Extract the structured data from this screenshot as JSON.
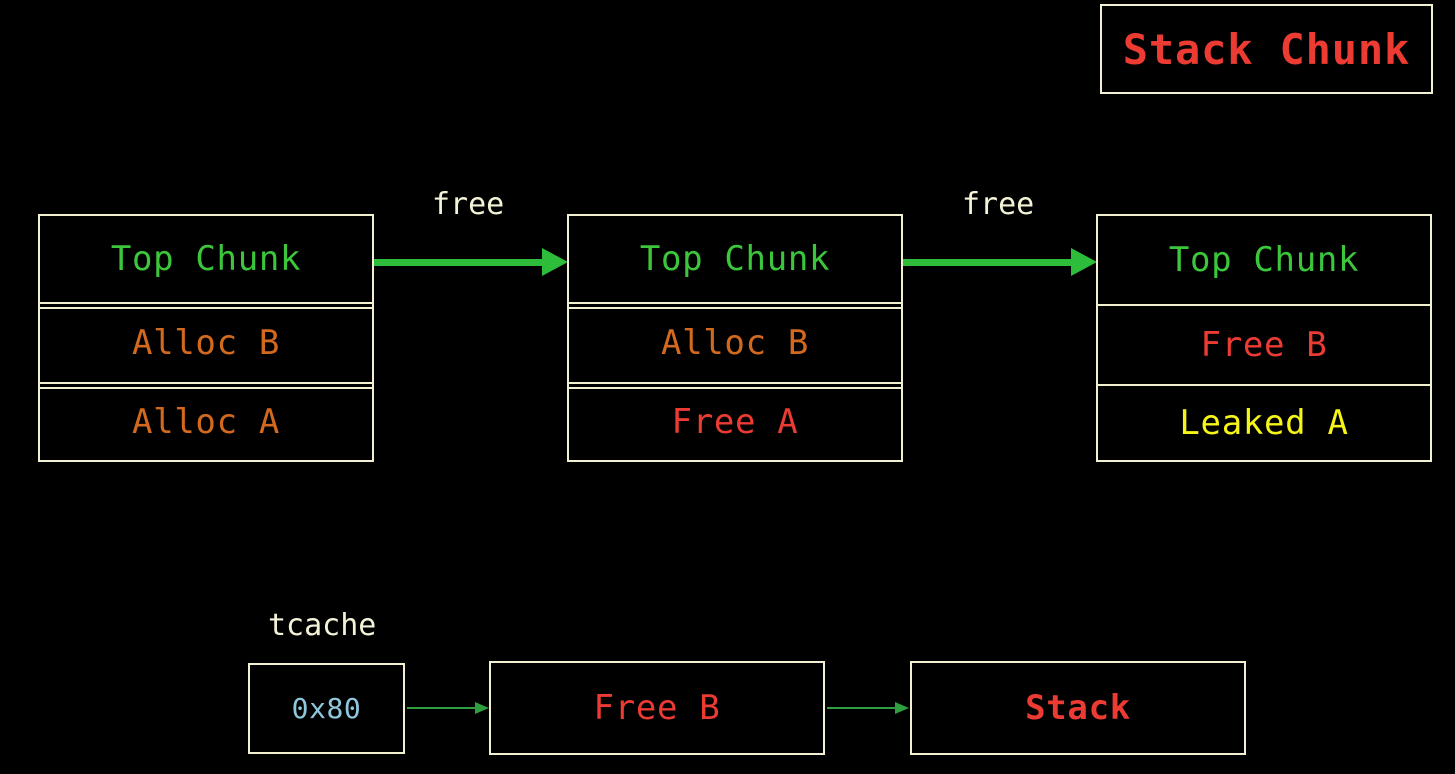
{
  "title_box": {
    "label": "Stack Chunk",
    "text_color": "#ec3b33",
    "border_color": "#f2f0d0"
  },
  "chunks": [
    {
      "id": "chunk-1",
      "rows": [
        {
          "label": "Top Chunk",
          "color": "#3cc63c"
        },
        {
          "label": "Alloc B",
          "color": "#d2691e"
        },
        {
          "label": "Alloc A",
          "color": "#d2691e"
        }
      ]
    },
    {
      "id": "chunk-2",
      "rows": [
        {
          "label": "Top Chunk",
          "color": "#3cc63c"
        },
        {
          "label": "Alloc B",
          "color": "#d2691e"
        },
        {
          "label": "Free A",
          "color": "#ec3b33"
        }
      ]
    },
    {
      "id": "chunk-3",
      "rows": [
        {
          "label": "Top Chunk",
          "color": "#3cc63c"
        },
        {
          "label": "Free B",
          "color": "#ec3b33"
        },
        {
          "label": "Leaked A",
          "color": "#f5f518"
        }
      ]
    }
  ],
  "transitions": [
    {
      "label": "free",
      "color": "#f5f3d7",
      "arrow_color": "#2ebd3a"
    },
    {
      "label": "free",
      "color": "#f5f3d7",
      "arrow_color": "#2ebd3a"
    }
  ],
  "tcache": {
    "label": "tcache",
    "label_color": "#f5f3d7",
    "size_bin": {
      "label": "0x80",
      "color": "#8fc7dc"
    },
    "entries": [
      {
        "label": "Free B",
        "color": "#ec3b33"
      },
      {
        "label": "Stack",
        "color": "#ec3b33"
      }
    ],
    "arrow_color": "#2f9e3f"
  },
  "palette": {
    "background": "#000000",
    "border": "#f2f0d0",
    "green": "#3cc63c",
    "orange": "#d2691e",
    "red": "#ec3b33",
    "yellow": "#f5f518",
    "blue": "#8fc7dc",
    "cream": "#f5f3d7",
    "arrow_green": "#2ebd3a"
  }
}
